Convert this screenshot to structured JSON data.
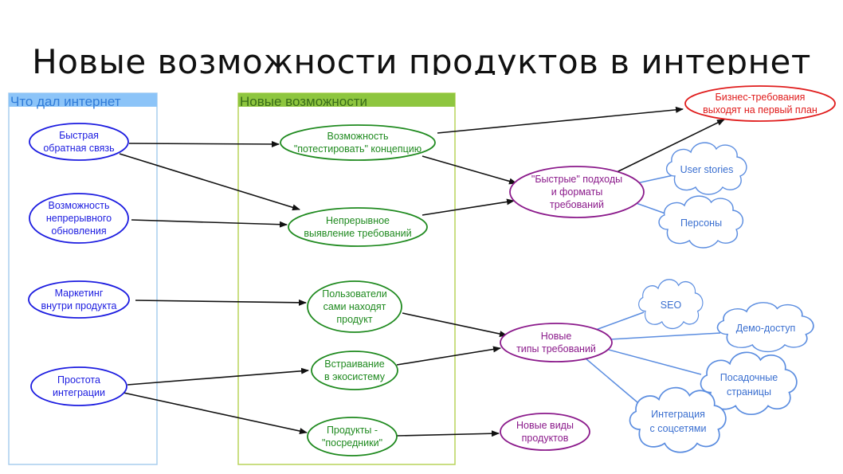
{
  "title": "Новые возможности продуктов в интернет",
  "columns": {
    "internet": {
      "label": "Что дал интернет",
      "color": "#8cc4f8",
      "border": "#a9cdee"
    },
    "opportunities": {
      "label": "Новые возможности",
      "color": "#8ec63f",
      "border": "#b8d45a"
    }
  },
  "colors": {
    "blue": "#1c1ce0",
    "green": "#1f8a1f",
    "purple": "#8b1a8b",
    "red": "#e01c1c",
    "cloud": "#5b8de0"
  },
  "nodes": {
    "feedback": {
      "lines": [
        "Быстрая",
        "обратная связь"
      ]
    },
    "continuous_update": {
      "lines": [
        "Возможность",
        "непрерывного",
        "обновления"
      ]
    },
    "marketing": {
      "lines": [
        "Маркетинг",
        "внутри продукта"
      ]
    },
    "integration_ease": {
      "lines": [
        "Простота",
        "интеграции"
      ]
    },
    "test_concept": {
      "lines": [
        "Возможность",
        "\"потестировать\" концепцию"
      ]
    },
    "continuous_reqs": {
      "lines": [
        "Непрерывное",
        "выявление требований"
      ]
    },
    "users_find": {
      "lines": [
        "Пользователи",
        "сами находят",
        "продукт"
      ]
    },
    "ecosystem": {
      "lines": [
        "Встраивание",
        "в экосистему"
      ]
    },
    "intermediaries": {
      "lines": [
        "Продукты -",
        "\"посредники\""
      ]
    },
    "fast_approaches": {
      "lines": [
        "\"Быстрые\" подходы",
        "и форматы",
        "требований"
      ]
    },
    "new_req_types": {
      "lines": [
        "Новые",
        "типы требований"
      ]
    },
    "new_products": {
      "lines": [
        "Новые виды",
        "продуктов"
      ]
    },
    "business_reqs": {
      "lines": [
        "Бизнес-требования",
        "выходят на первый план"
      ]
    },
    "user_stories": {
      "lines": [
        "User stories"
      ]
    },
    "personas": {
      "lines": [
        "Персоны"
      ]
    },
    "seo": {
      "lines": [
        "SEO"
      ]
    },
    "demo": {
      "lines": [
        "Демо-доступ"
      ]
    },
    "landing": {
      "lines": [
        "Посадочные",
        "страницы"
      ]
    },
    "social": {
      "lines": [
        "Интеграция",
        "с соцсетями"
      ]
    }
  }
}
